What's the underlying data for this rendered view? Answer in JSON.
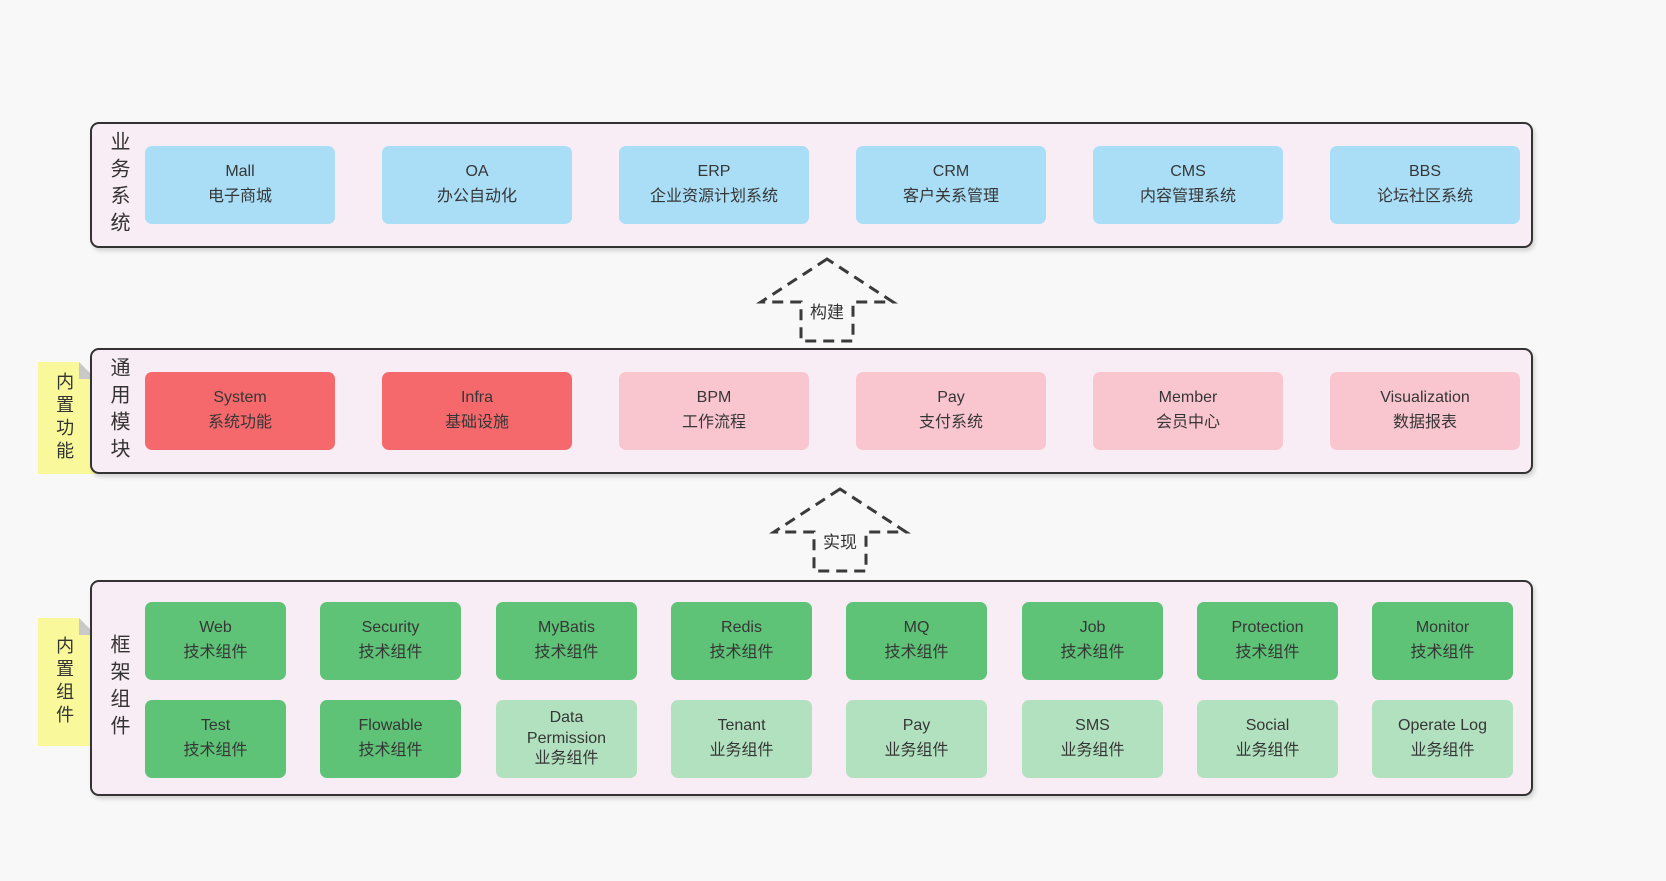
{
  "colors": {
    "page_bg": "#f8f8f8",
    "layer_bg": "#f8edf5",
    "layer_border": "#333333",
    "business_box": "#aadef6",
    "module_solid": "#f5696c",
    "module_light": "#f9c6d0",
    "component_solid": "#5ec377",
    "component_light": "#b2e1bf",
    "note_bg": "#f9f99c",
    "text": "#363636"
  },
  "arrows": [
    {
      "label": "构建"
    },
    {
      "label": "实现"
    }
  ],
  "layers": {
    "business": {
      "label": "业务系统",
      "boxes": [
        {
          "name": "Mall",
          "desc": "电子商城"
        },
        {
          "name": "OA",
          "desc": "办公自动化"
        },
        {
          "name": "ERP",
          "desc": "企业资源计划系统"
        },
        {
          "name": "CRM",
          "desc": "客户关系管理"
        },
        {
          "name": "CMS",
          "desc": "内容管理系统"
        },
        {
          "name": "BBS",
          "desc": "论坛社区系统"
        }
      ]
    },
    "modules": {
      "label": "通用模块",
      "note": "内置功能",
      "boxes": [
        {
          "name": "System",
          "desc": "系统功能",
          "variant": "solid"
        },
        {
          "name": "Infra",
          "desc": "基础设施",
          "variant": "solid"
        },
        {
          "name": "BPM",
          "desc": "工作流程",
          "variant": "light"
        },
        {
          "name": "Pay",
          "desc": "支付系统",
          "variant": "light"
        },
        {
          "name": "Member",
          "desc": "会员中心",
          "variant": "light"
        },
        {
          "name": "Visualization",
          "desc": "数据报表",
          "variant": "light"
        }
      ]
    },
    "components": {
      "label": "框架组件",
      "note": "内置组件",
      "rows": [
        [
          {
            "name": "Web",
            "desc": "技术组件",
            "variant": "solid"
          },
          {
            "name": "Security",
            "desc": "技术组件",
            "variant": "solid"
          },
          {
            "name": "MyBatis",
            "desc": "技术组件",
            "variant": "solid"
          },
          {
            "name": "Redis",
            "desc": "技术组件",
            "variant": "solid"
          },
          {
            "name": "MQ",
            "desc": "技术组件",
            "variant": "solid"
          },
          {
            "name": "Job",
            "desc": "技术组件",
            "variant": "solid"
          },
          {
            "name": "Protection",
            "desc": "技术组件",
            "variant": "solid"
          },
          {
            "name": "Monitor",
            "desc": "技术组件",
            "variant": "solid"
          }
        ],
        [
          {
            "name": "Test",
            "desc": "技术组件",
            "variant": "solid"
          },
          {
            "name": "Flowable",
            "desc": "技术组件",
            "variant": "solid"
          },
          {
            "name": "Data Permission",
            "desc": "业务组件",
            "variant": "light"
          },
          {
            "name": "Tenant",
            "desc": "业务组件",
            "variant": "light"
          },
          {
            "name": "Pay",
            "desc": "业务组件",
            "variant": "light"
          },
          {
            "name": "SMS",
            "desc": "业务组件",
            "variant": "light"
          },
          {
            "name": "Social",
            "desc": "业务组件",
            "variant": "light"
          },
          {
            "name": "Operate Log",
            "desc": "业务组件",
            "variant": "light"
          }
        ]
      ]
    }
  }
}
